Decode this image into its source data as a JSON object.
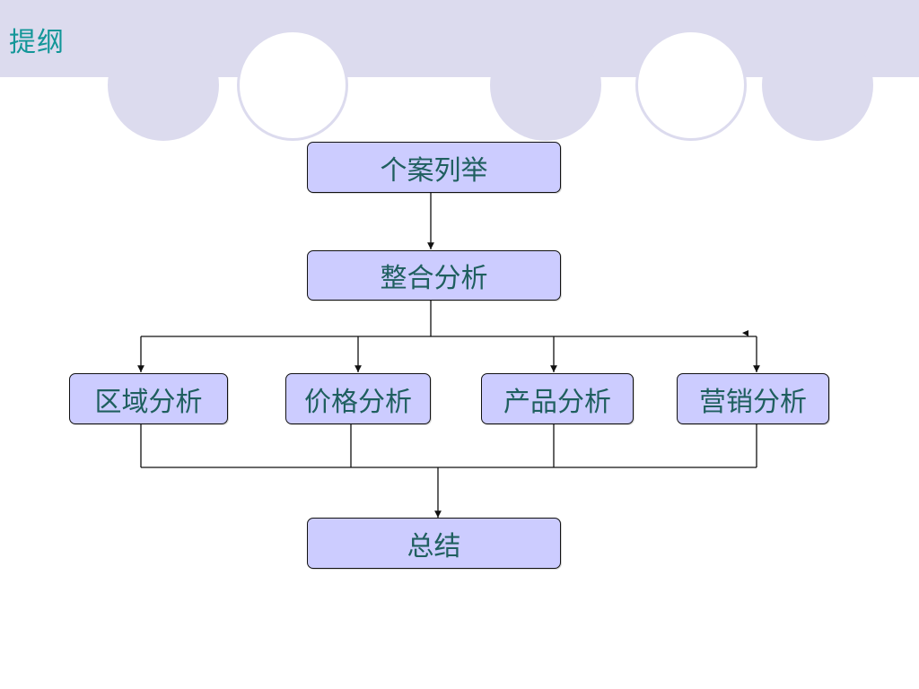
{
  "slide": {
    "title": "提纲"
  },
  "flowchart": {
    "top": "个案列举",
    "middle": "整合分析",
    "branches": [
      "区域分析",
      "价格分析",
      "产品分析",
      "营销分析"
    ],
    "bottom": "总结"
  },
  "colors": {
    "header_bg": "#dcdbee",
    "title_text": "#129698",
    "node_fill": "#ccccff",
    "node_text": "#1f5f5f",
    "line": "#111111"
  }
}
